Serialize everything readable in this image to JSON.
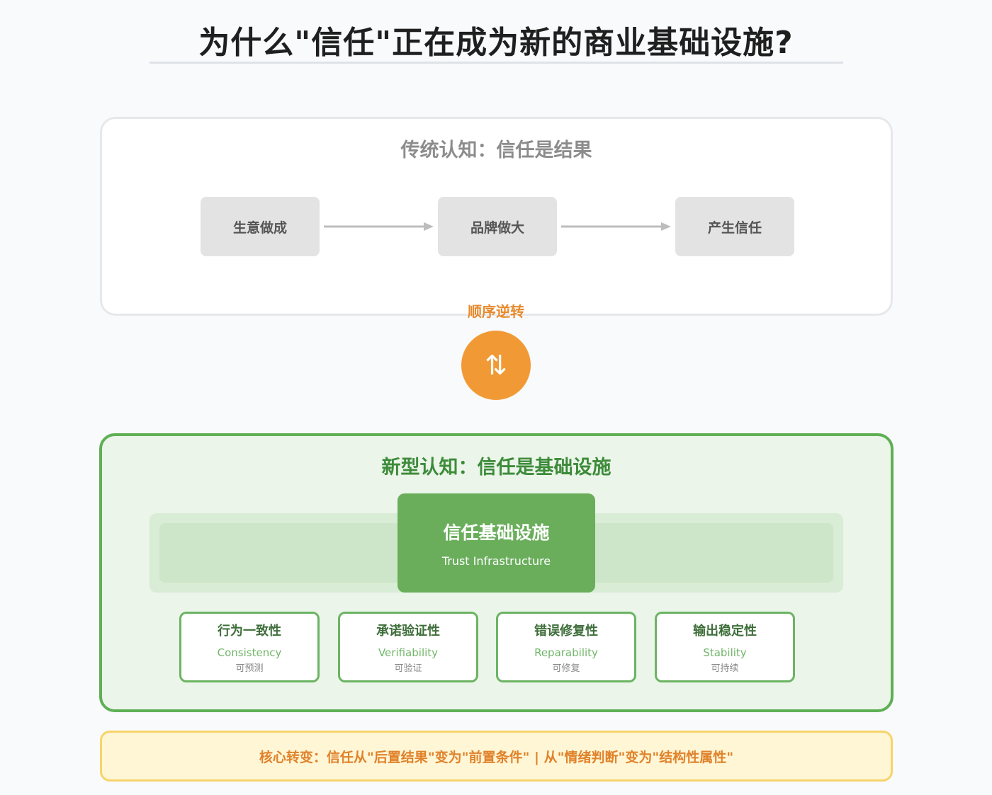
{
  "title": "为什么\"信任\"正在成为新的商业基础设施?",
  "traditional": {
    "heading": "传统认知：信任是结果",
    "steps": [
      "生意做成",
      "品牌做大",
      "产生信任"
    ]
  },
  "reversal": {
    "label": "顺序逆转",
    "icon": "swap-vertical-icon",
    "glyph": "⇅"
  },
  "modern": {
    "heading": "新型认知：信任是基础设施",
    "core": {
      "title": "信任基础设施",
      "subtitle": "Trust Infrastructure"
    },
    "pillars": [
      {
        "title": "行为一致性",
        "en": "Consistency",
        "zh": "可预测"
      },
      {
        "title": "承诺验证性",
        "en": "Verifiability",
        "zh": "可验证"
      },
      {
        "title": "错误修复性",
        "en": "Reparability",
        "zh": "可修复"
      },
      {
        "title": "输出稳定性",
        "en": "Stability",
        "zh": "可持续"
      }
    ]
  },
  "footer": "核心转变：信任从\"后置结果\"变为\"前置条件\" | 从\"情绪判断\"变为\"结构性属性\"",
  "colors": {
    "accent_orange": "#f19a35",
    "green_primary": "#6aae5c",
    "green_border": "#5faf55",
    "gray_step": "#e3e3e3",
    "footer_bg": "#fff6d5"
  }
}
